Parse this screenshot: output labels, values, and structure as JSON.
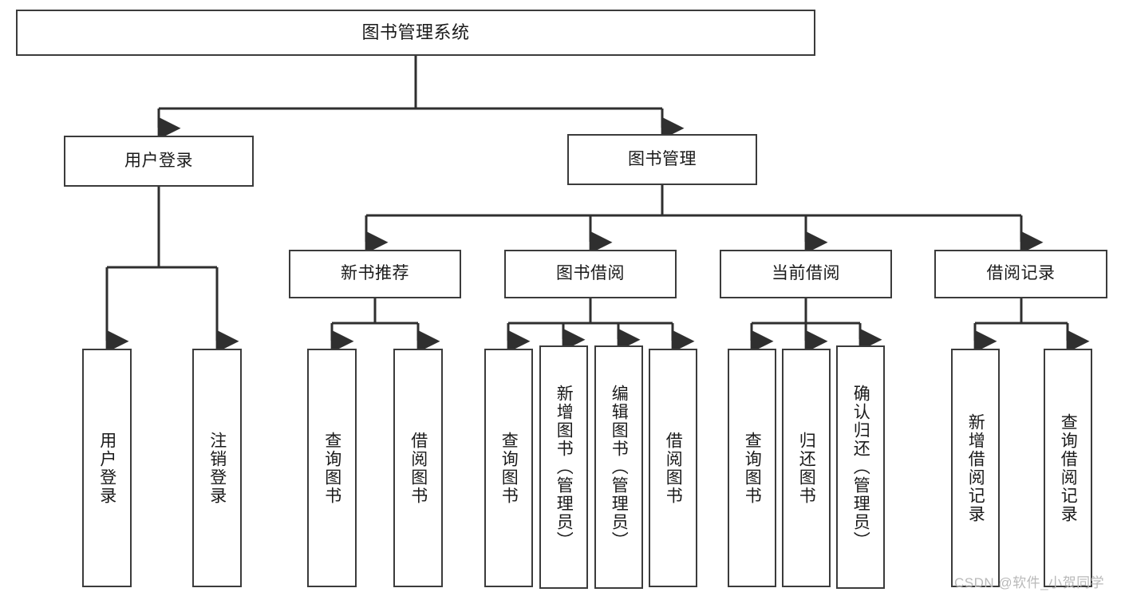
{
  "diagram": {
    "title": "图书管理系统",
    "type": "tree",
    "orientation": "top-down",
    "colors": {
      "box_border": "#3b3b3b",
      "box_fill": "#ffffff",
      "edge": "#2f2f2f",
      "text": "#1a1a1a",
      "watermark": "#b9b9b9",
      "background": "#ffffff"
    },
    "root": {
      "id": "root",
      "label": "图书管理系统"
    },
    "level2": [
      {
        "id": "user-login",
        "label": "用户登录"
      },
      {
        "id": "book-management",
        "label": "图书管理"
      }
    ],
    "level3": [
      {
        "id": "new-book-recommend",
        "label": "新书推荐"
      },
      {
        "id": "book-borrow",
        "label": "图书借阅"
      },
      {
        "id": "current-borrow",
        "label": "当前借阅"
      },
      {
        "id": "borrow-record",
        "label": "借阅记录"
      }
    ],
    "leaves": {
      "user_login": [
        {
          "id": "leaf-user-login",
          "label": "用户登录"
        },
        {
          "id": "leaf-logout-login",
          "label": "注销登录"
        }
      ],
      "new_book_recommend": [
        {
          "id": "leaf-query-book-1",
          "label": "查询图书"
        },
        {
          "id": "leaf-borrow-book-1",
          "label": "借阅图书"
        }
      ],
      "book_borrow": [
        {
          "id": "leaf-query-book-2",
          "label": "查询图书"
        },
        {
          "id": "leaf-add-book-admin",
          "label": "新增图书（管理员）"
        },
        {
          "id": "leaf-edit-book-admin",
          "label": "编辑图书（管理员）"
        },
        {
          "id": "leaf-borrow-book-2",
          "label": "借阅图书"
        }
      ],
      "current_borrow": [
        {
          "id": "leaf-query-book-3",
          "label": "查询图书"
        },
        {
          "id": "leaf-return-book",
          "label": "归还图书"
        },
        {
          "id": "leaf-confirm-return-admin",
          "label": "确认归还（管理员）"
        }
      ],
      "borrow_record": [
        {
          "id": "leaf-add-borrow-record",
          "label": "新增借阅记录"
        },
        {
          "id": "leaf-query-borrow-record",
          "label": "查询借阅记录"
        }
      ]
    }
  },
  "watermark": {
    "text": "CSDN @软件_小贺同学"
  }
}
